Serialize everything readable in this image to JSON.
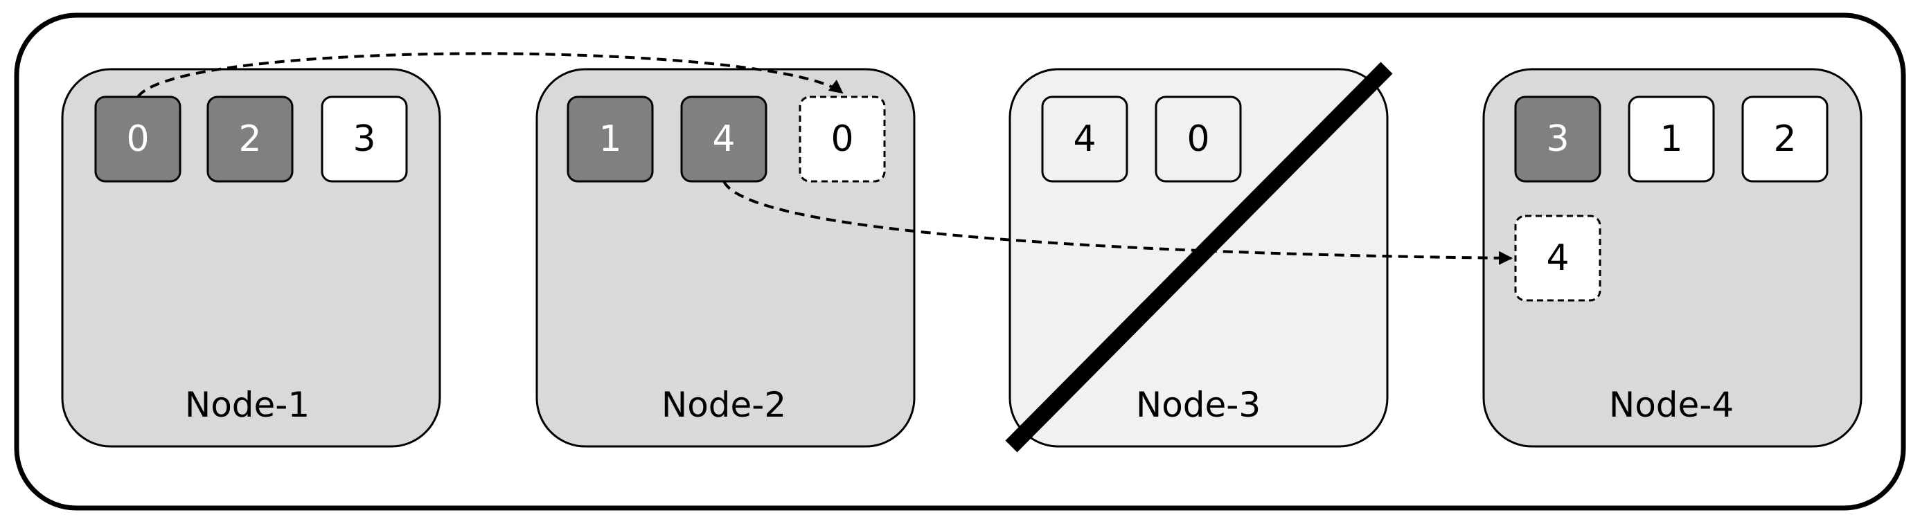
{
  "colors": {
    "outer_border": "#000000",
    "node_fill": "#d9d9d9",
    "failed_node_fill": "#f1f1f1",
    "primary_shard_fill": "#808080",
    "replica_shard_fill": "#ffffff",
    "relocating_shard_fill": "#ffffff",
    "primary_text": "#ffffff",
    "replica_text": "#000000",
    "arrow": "#000000"
  },
  "nodes": [
    {
      "label": "Node-1",
      "failed": false,
      "shards": [
        {
          "id": "0",
          "kind": "primary"
        },
        {
          "id": "2",
          "kind": "primary"
        },
        {
          "id": "3",
          "kind": "replica"
        }
      ]
    },
    {
      "label": "Node-2",
      "failed": false,
      "shards": [
        {
          "id": "1",
          "kind": "primary"
        },
        {
          "id": "4",
          "kind": "primary"
        },
        {
          "id": "0",
          "kind": "relocating"
        }
      ]
    },
    {
      "label": "Node-3",
      "failed": true,
      "shards": [
        {
          "id": "4",
          "kind": "failed"
        },
        {
          "id": "0",
          "kind": "failed"
        }
      ]
    },
    {
      "label": "Node-4",
      "failed": false,
      "shards": [
        {
          "id": "3",
          "kind": "primary"
        },
        {
          "id": "1",
          "kind": "replica"
        },
        {
          "id": "2",
          "kind": "replica"
        },
        {
          "id": "4",
          "kind": "relocating"
        }
      ]
    }
  ],
  "relocations": [
    {
      "shard": "0",
      "from": "Node-1",
      "to": "Node-2"
    },
    {
      "shard": "4",
      "from": "Node-2",
      "to": "Node-4"
    }
  ]
}
